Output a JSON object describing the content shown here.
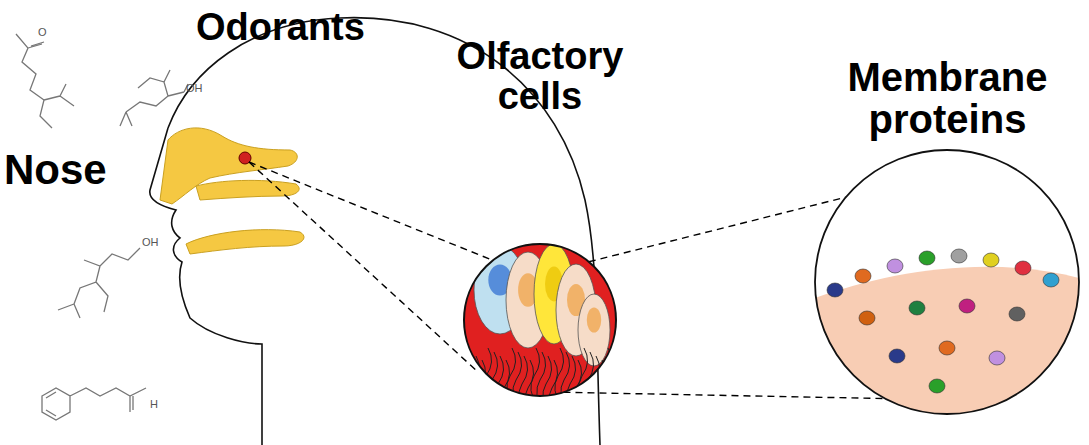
{
  "diagram": {
    "nodes": [
      {
        "text": [
          "Olfactory cells"
        ]
      },
      {
        "text": [
          "Membrane proteins"
        ]
      }
    ],
    "edges": [
      {
        "from": 0,
        "to": 1,
        "arrow": "none"
      }
    ],
    "labels": [
      "Odorants",
      "Nose",
      "O",
      "OH",
      "OH",
      "H"
    ]
  }
}
